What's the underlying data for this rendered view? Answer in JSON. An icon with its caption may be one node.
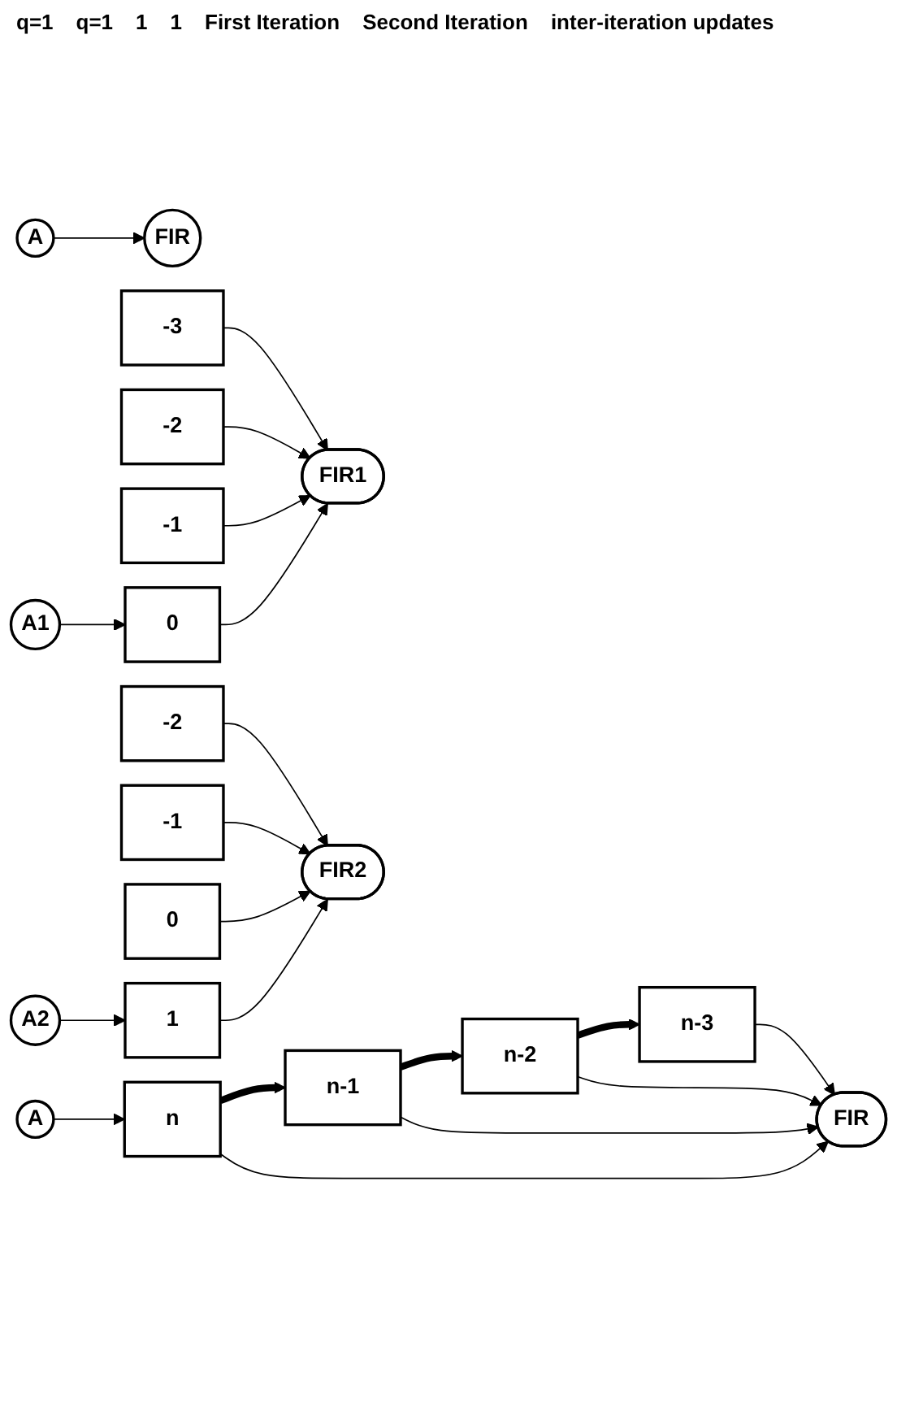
{
  "diagram": {
    "nodes": [
      {
        "text": [
          "A"
        ]
      },
      {
        "text": [
          "FIR"
        ]
      },
      {
        "text": [
          "A1"
        ]
      },
      {
        "text": [
          "-3"
        ]
      },
      {
        "text": [
          "-2"
        ]
      },
      {
        "text": [
          "-1"
        ]
      },
      {
        "text": [
          "0"
        ]
      },
      {
        "text": [
          "FIR1"
        ]
      },
      {
        "text": [
          "A2"
        ]
      },
      {
        "text": [
          "-2"
        ]
      },
      {
        "text": [
          "-1"
        ]
      },
      {
        "text": [
          "0"
        ]
      },
      {
        "text": [
          "1"
        ]
      },
      {
        "text": [
          "FIR2"
        ]
      },
      {
        "text": [
          "A"
        ]
      },
      {
        "text": [
          "n-3"
        ]
      },
      {
        "text": [
          "n-2"
        ]
      },
      {
        "text": [
          "n-1"
        ]
      },
      {
        "text": [
          "n"
        ]
      },
      {
        "text": [
          "FIR"
        ]
      }
    ],
    "edges": [
      {
        "from": 0,
        "to": 1,
        "arrow": "to"
      },
      {
        "from": 2,
        "to": 6,
        "arrow": "to"
      },
      {
        "from": 3,
        "to": 7,
        "arrow": "to"
      },
      {
        "from": 4,
        "to": 7,
        "arrow": "to"
      },
      {
        "from": 5,
        "to": 7,
        "arrow": "to"
      },
      {
        "from": 6,
        "to": 7,
        "arrow": "to"
      },
      {
        "from": 8,
        "to": 12,
        "arrow": "to"
      },
      {
        "from": 9,
        "to": 13,
        "arrow": "to"
      },
      {
        "from": 10,
        "to": 13,
        "arrow": "to"
      },
      {
        "from": 11,
        "to": 13,
        "arrow": "to"
      },
      {
        "from": 12,
        "to": 13,
        "arrow": "to"
      },
      {
        "from": 14,
        "to": 18,
        "arrow": "to"
      },
      {
        "from": 15,
        "to": 19,
        "arrow": "to"
      },
      {
        "from": 16,
        "to": 19,
        "arrow": "to"
      },
      {
        "from": 17,
        "to": 19,
        "arrow": "to"
      },
      {
        "from": 18,
        "to": 19,
        "arrow": "to"
      },
      {
        "from": 18,
        "to": 17,
        "arrow": "to",
        "style": "thick"
      },
      {
        "from": 17,
        "to": 16,
        "arrow": "to",
        "style": "thick"
      },
      {
        "from": 16,
        "to": 15,
        "arrow": "to",
        "style": "thick"
      }
    ],
    "labels": [
      "q=1",
      "q=1",
      "1",
      "1",
      "First Iteration",
      "Second Iteration",
      "inter-iteration updates"
    ]
  }
}
